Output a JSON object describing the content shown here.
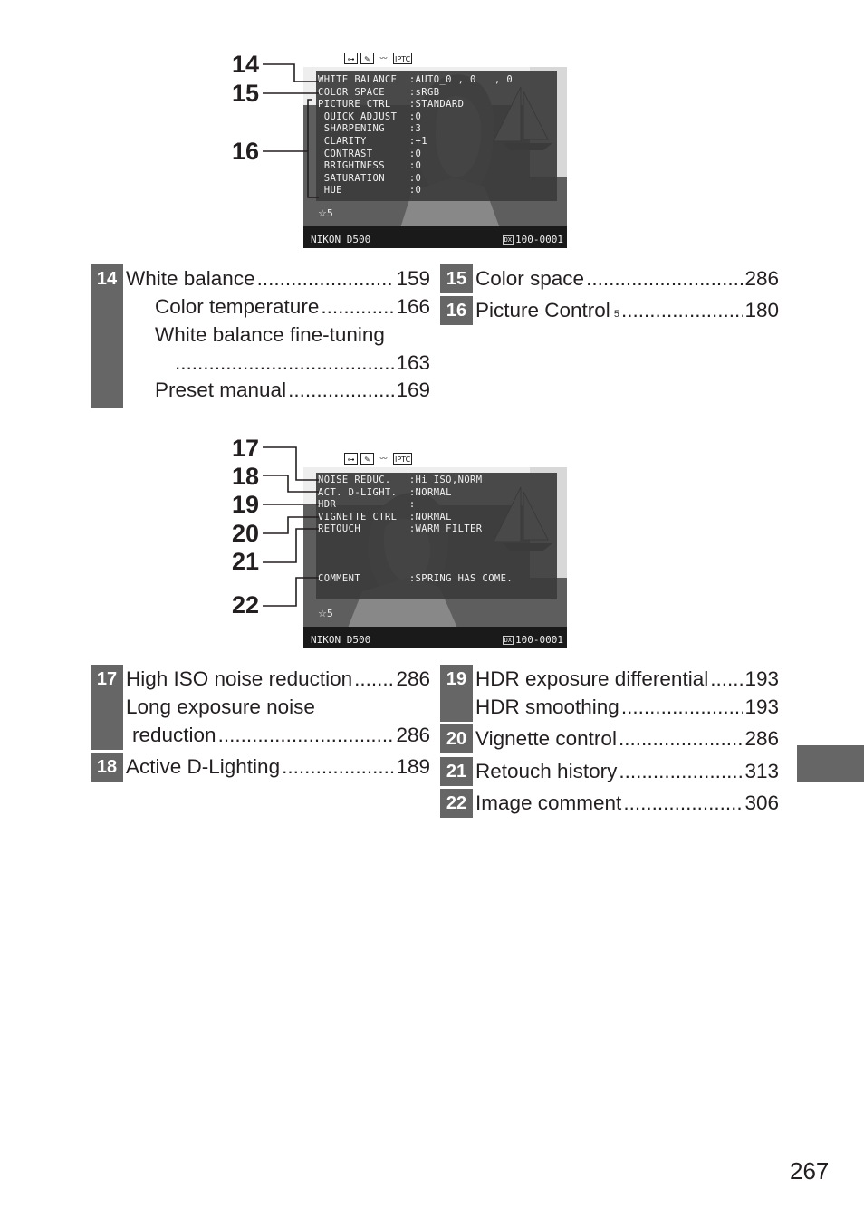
{
  "screen1": {
    "icons": [
      "key-icon",
      "retouch-icon",
      "hdr-icon",
      "IPTC"
    ],
    "lines": [
      "WHITE BALANCE  :AUTO_0 , 0   , 0",
      "COLOR SPACE    :sRGB",
      "PICTURE CTRL   :STANDARD",
      " QUICK ADJUST  :0",
      " SHARPENING    :3",
      " CLARITY       :+1",
      " CONTRAST      :0",
      " BRIGHTNESS    :0",
      " SATURATION    :0",
      " HUE           :0"
    ],
    "stars": "☆5",
    "camera": "NIKON D500",
    "dx": "DX",
    "fileno": "100-0001"
  },
  "screen2": {
    "icons": [
      "key-icon",
      "retouch-icon",
      "hdr-icon",
      "IPTC"
    ],
    "lines": [
      "NOISE REDUC.   :Hi ISO,NORM",
      "ACT. D-LIGHT.  :NORMAL",
      "HDR            :",
      "VIGNETTE CTRL  :NORMAL",
      "RETOUCH        :WARM FILTER",
      "",
      "",
      "",
      "COMMENT        :SPRING HAS COME."
    ],
    "stars": "☆5",
    "camera": "NIKON D500",
    "dx": "DX",
    "fileno": "100-0001"
  },
  "callouts1": [
    "14",
    "15",
    "16"
  ],
  "callouts2": [
    "17",
    "18",
    "19",
    "20",
    "21",
    "22"
  ],
  "refs1_left": {
    "num": "14",
    "lines": [
      {
        "text": "White balance",
        "page": "159"
      },
      {
        "text": "Color temperature",
        "page": "166"
      },
      {
        "text": "White balance fine-tuning",
        "page": ""
      },
      {
        "text": "",
        "page": "163"
      },
      {
        "text": "Preset manual",
        "page": "169"
      }
    ]
  },
  "refs1_right": [
    {
      "num": "15",
      "text": "Color space",
      "sup": "",
      "page": "286"
    },
    {
      "num": "16",
      "text": "Picture Control",
      "sup": "5",
      "page": "180"
    }
  ],
  "refs2_left": [
    {
      "num": "17",
      "lines": [
        {
          "text": "High ISO noise reduction",
          "page": "286"
        },
        {
          "text": "Long exposure noise",
          "page": ""
        },
        {
          "text": "reduction",
          "page": "286"
        }
      ]
    },
    {
      "num": "18",
      "lines": [
        {
          "text": "Active D-Lighting",
          "page": "189"
        }
      ]
    }
  ],
  "refs2_right": [
    {
      "num": "19",
      "lines": [
        {
          "text": "HDR exposure differential",
          "page": "193"
        },
        {
          "text": "HDR smoothing",
          "page": "193"
        }
      ]
    },
    {
      "num": "20",
      "lines": [
        {
          "text": "Vignette control",
          "page": "286"
        }
      ]
    },
    {
      "num": "21",
      "lines": [
        {
          "text": "Retouch history",
          "page": "313"
        }
      ]
    },
    {
      "num": "22",
      "lines": [
        {
          "text": "Image comment",
          "page": "306"
        }
      ]
    }
  ],
  "page_number": "267"
}
